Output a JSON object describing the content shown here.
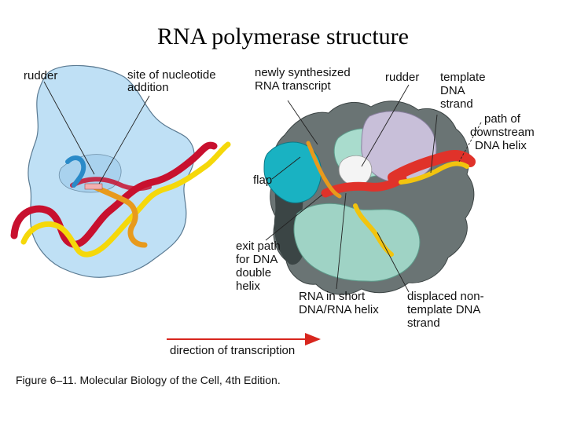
{
  "slide_title": "RNA polymerase structure",
  "labels": {
    "rudder_left": [
      "rudder"
    ],
    "nucleotide_site": [
      "site of nucleotide",
      "addition"
    ],
    "new_rna": [
      "newly synthesized",
      "RNA transcript"
    ],
    "rudder_right": [
      "rudder"
    ],
    "template_dna": [
      "template",
      "DNA",
      "strand"
    ],
    "downstream_dna": [
      "path of",
      "downstream",
      "DNA helix"
    ],
    "flap": [
      "flap"
    ],
    "exit_path": [
      "exit path",
      "for DNA",
      "double",
      "helix"
    ],
    "rna_short": [
      "RNA in short",
      "DNA/RNA helix"
    ],
    "displaced_strand": [
      "displaced non-",
      "template DNA",
      "strand"
    ],
    "direction": [
      "direction of transcription"
    ]
  },
  "caption": "Figure 6–11. Molecular Biology of the Cell, 4th Edition.",
  "colors": {
    "enzyme_fill": "#bfe0f5",
    "dna_red": "#c8102e",
    "dna_yellow": "#f5d80a",
    "rna_orange": "#e89a1c",
    "teal": "#19b2c2",
    "mint": "#9fd3c5",
    "lavender": "#c8bfd9",
    "grey_dark": "#4e5a5a",
    "arrow_red": "#d8261e"
  }
}
